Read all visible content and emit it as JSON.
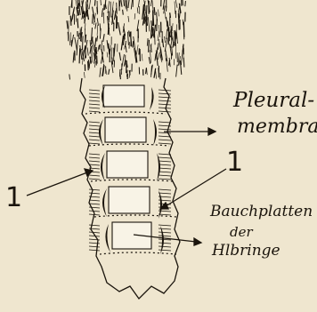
{
  "labels": {
    "pleural_line1": "Pleural-",
    "pleural_line2": "membran",
    "pointer_left": "1",
    "pointer_right": "1",
    "bauch_line1": "Bauchplatten",
    "bauch_line2": "der",
    "bauch_line3": "Hlbringe"
  },
  "colors": {
    "paper": "#efe6cf",
    "ink": "#1a140c",
    "plate": "#f8f3e6"
  }
}
